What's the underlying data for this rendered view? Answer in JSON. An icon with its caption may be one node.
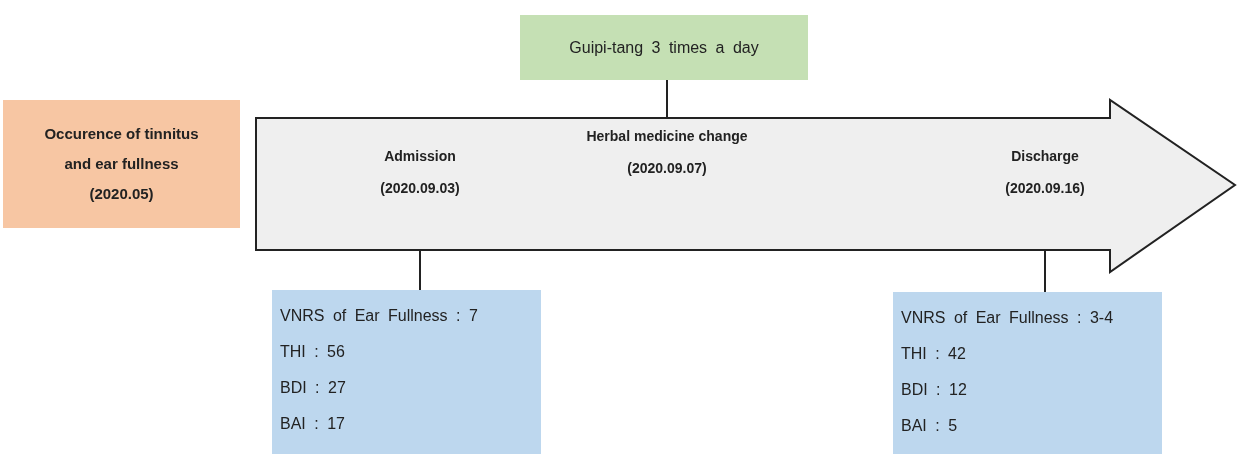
{
  "diagram": {
    "nodes": [
      {
        "text": [
          "Occurence of tinnitus and ear fullness (2020.05)"
        ]
      },
      {
        "text": [],
        "shape": "arrow"
      },
      {
        "text": [
          "Admission (2020.09.03)"
        ],
        "in": 1
      },
      {
        "text": [
          "Herbal medicine change (2020.09.07)"
        ],
        "in": 1
      },
      {
        "text": [
          "Discharge (2020.09.16)"
        ],
        "in": 1
      },
      {
        "text": [
          "Guipi-tang 3 times a day"
        ]
      },
      {
        "text": [
          "VNRS of Ear Fullness : 7",
          "THI : 56",
          "BDI : 27",
          "BAI : 17"
        ]
      },
      {
        "text": [
          "VNRS of Ear Fullness : 3-4",
          "THI : 42",
          "BDI : 12",
          "BAI : 5"
        ]
      }
    ],
    "edges": [
      {
        "from": 2,
        "to": 6,
        "arrow": "none"
      },
      {
        "from": 3,
        "to": 5,
        "arrow": "none"
      },
      {
        "from": 4,
        "to": 7,
        "arrow": "none"
      }
    ]
  }
}
